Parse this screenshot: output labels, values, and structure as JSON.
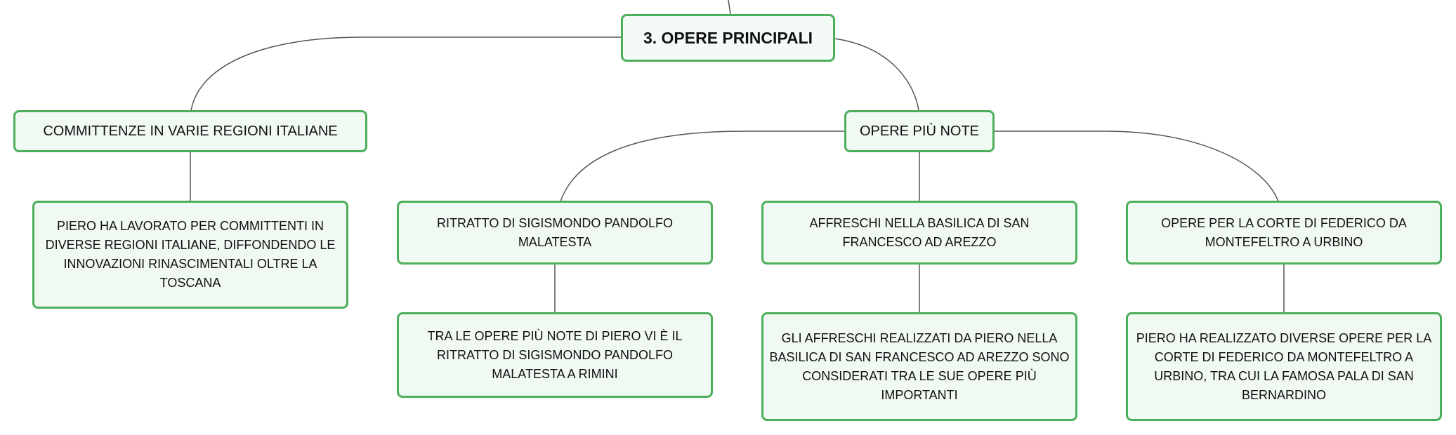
{
  "colors": {
    "border": "#4caf5a",
    "fill": "#f1f9f3",
    "line": "#555555"
  },
  "root": {
    "label": "3. OPERE PRINCIPALI"
  },
  "branches": [
    {
      "label": "COMMITTENZE IN VARIE REGIONI ITALIANE",
      "children": [
        {
          "label": "PIERO HA LAVORATO PER COMMITTENTI IN DIVERSE REGIONI ITALIANE, DIFFONDENDO LE INNOVAZIONI RINASCIMENTALI OLTRE LA TOSCANA"
        }
      ]
    },
    {
      "label": "OPERE PIÙ NOTE",
      "children": [
        {
          "label": "RITRATTO DI SIGISMONDO PANDOLFO MALATESTA",
          "detail": "TRA LE OPERE PIÙ NOTE DI PIERO VI È IL RITRATTO DI SIGISMONDO PANDOLFO MALATESTA A RIMINI"
        },
        {
          "label": "AFFRESCHI NELLA BASILICA DI SAN FRANCESCO AD AREZZO",
          "detail": "GLI AFFRESCHI REALIZZATI DA PIERO NELLA BASILICA DI SAN FRANCESCO AD AREZZO SONO CONSIDERATI TRA LE SUE OPERE PIÙ IMPORTANTI"
        },
        {
          "label": "OPERE PER LA CORTE DI FEDERICO DA MONTEFELTRO A URBINO",
          "detail": "PIERO HA REALIZZATO DIVERSE OPERE PER LA CORTE DI FEDERICO DA MONTEFELTRO A URBINO, TRA CUI LA FAMOSA PALA DI SAN BERNARDINO"
        }
      ]
    }
  ]
}
